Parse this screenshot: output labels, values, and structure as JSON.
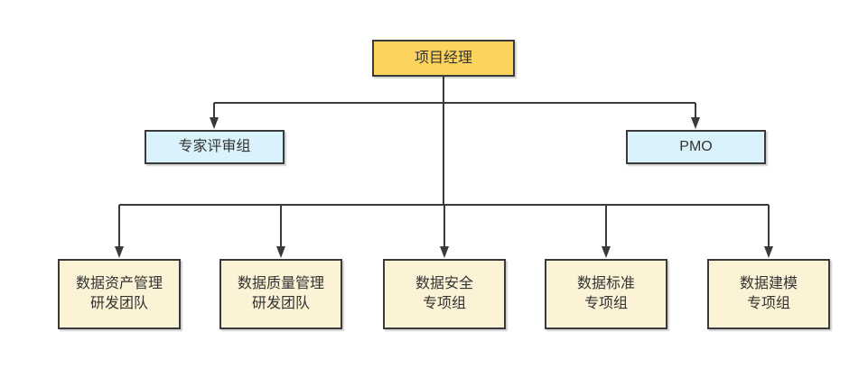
{
  "chart": {
    "type": "org-chart",
    "nodes": {
      "root": {
        "label": "项目经理"
      },
      "level2": [
        {
          "label": "专家评审组"
        },
        {
          "label": "PMO"
        }
      ],
      "level3": [
        {
          "label": "数据资产管理\n研发团队"
        },
        {
          "label": "数据质量管理\n研发团队"
        },
        {
          "label": "数据安全\n专项组"
        },
        {
          "label": "数据标准\n专项组"
        },
        {
          "label": "数据建模\n专项组"
        }
      ]
    },
    "colors": {
      "root_fill": "#FCD35C",
      "level2_fill": "#D9F2FB",
      "level3_fill": "#FCF2D5",
      "border": "#3A3A3A",
      "connector": "#3A3A3A",
      "text": "#333333",
      "background": "#FFFFFF"
    }
  }
}
